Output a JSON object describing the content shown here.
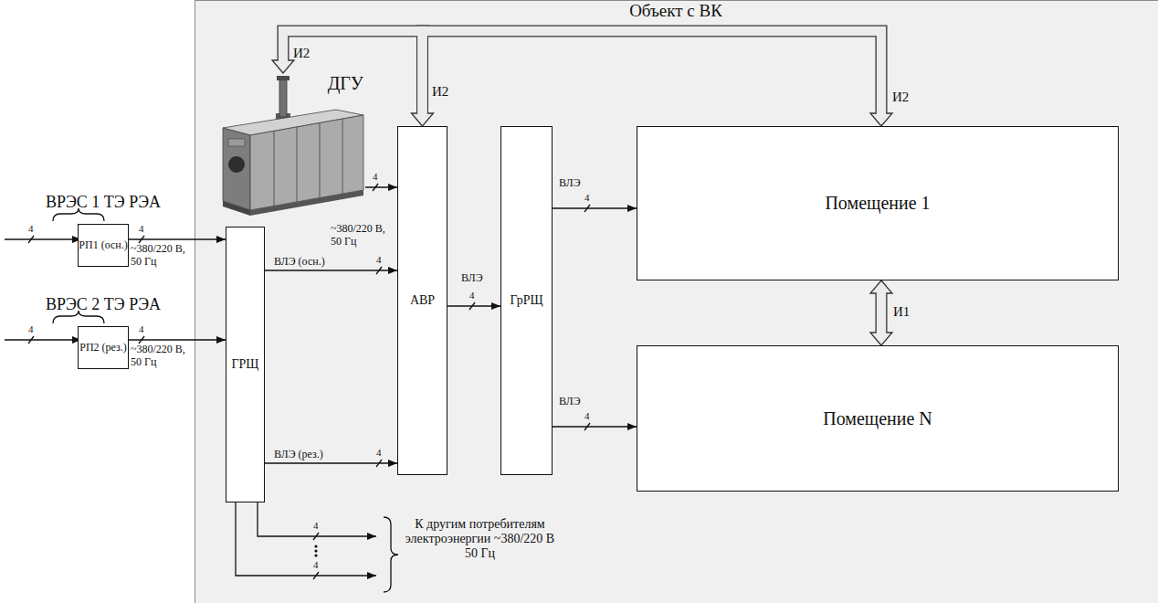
{
  "diagram": {
    "nodes": [
      {
        "text": [
          "ВРЭС 1 ТЭ РЭА",
          "РП1 (осн.)"
        ]
      },
      {
        "text": [
          "ВРЭС 2 ТЭ РЭА",
          "РП2 (рез.)"
        ]
      },
      {
        "text": [
          "Объект с ВК"
        ]
      },
      {
        "text": [
          "ДГУ"
        ],
        "in": 2
      },
      {
        "text": [
          "ГРЩ"
        ],
        "in": 2
      },
      {
        "text": [
          "АВР"
        ],
        "in": 2
      },
      {
        "text": [
          "ГрРЩ"
        ],
        "in": 2
      },
      {
        "text": [
          "Помещение 1"
        ],
        "in": 2
      },
      {
        "text": [
          "Помещение N"
        ],
        "in": 2
      }
    ],
    "edges": [
      {
        "from": 0,
        "to": 4,
        "arrow": "to"
      },
      {
        "from": 1,
        "to": 4,
        "arrow": "to"
      },
      {
        "from": 3,
        "to": 5,
        "arrow": "to"
      },
      {
        "from": 4,
        "to": 5,
        "label": "ВЛЭ (осн.)",
        "arrow": "to"
      },
      {
        "from": 4,
        "to": 5,
        "label": "ВЛЭ (рез.)",
        "arrow": "to"
      },
      {
        "from": 5,
        "to": 6,
        "label": "ВЛЭ",
        "arrow": "to"
      },
      {
        "from": 6,
        "to": 7,
        "label": "ВЛЭ",
        "arrow": "to"
      },
      {
        "from": 6,
        "to": 8,
        "label": "ВЛЭ",
        "arrow": "to"
      },
      {
        "from": 7,
        "to": 8,
        "label": "И1",
        "arrow": "both"
      },
      {
        "from": 5,
        "to": 3,
        "label": "И2",
        "arrow": "both"
      },
      {
        "from": 5,
        "to": 7,
        "label": "И2",
        "arrow": "to"
      }
    ],
    "labels": [
      "4",
      "4",
      "~380/220 В, 50 Гц",
      "4",
      "4",
      "~380/220 В, 50 Гц",
      "4",
      "~380/220 В, 50 Гц",
      "4",
      "4",
      "4",
      "4",
      "4",
      "И2",
      "4",
      "4",
      "К другим потребителям электроэнергии ~380/220 В 50 Гц"
    ]
  }
}
